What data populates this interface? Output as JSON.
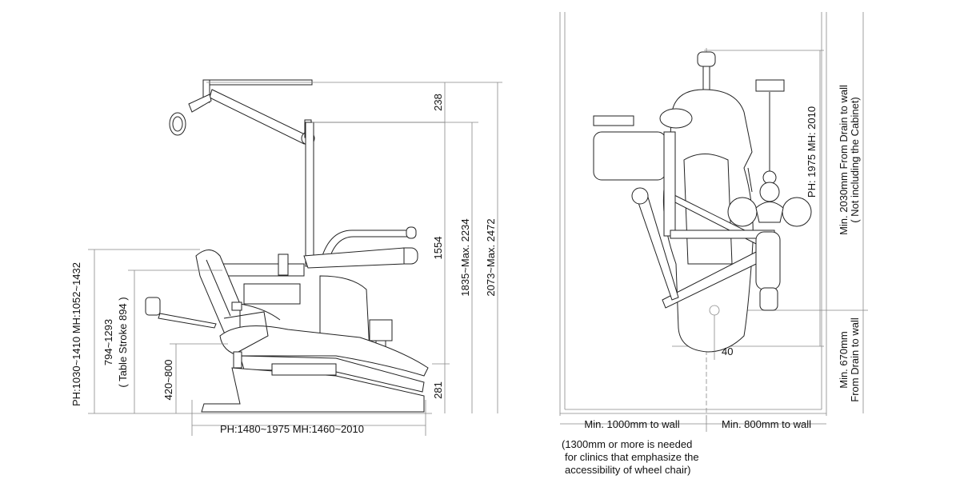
{
  "side_view": {
    "height_ph_mh": "PH:1030~1410  MH:1052~1432",
    "table_height": "794~1293",
    "table_stroke": "( Table Stroke 894 )",
    "seat_height": "420~800",
    "length": "PH:1480~1975   MH:1460~2010",
    "dim_top": "238",
    "dim_middle": "1554",
    "dim_bottom": "281",
    "light_height": "1835~Max. 2234",
    "total_height": "2073~Max. 2472"
  },
  "top_view": {
    "chair_length": "PH: 1975 MH: 2010",
    "drain_offset": "40",
    "wall_left": "Min. 1000mm to wall",
    "wall_right": "Min. 800mm to wall",
    "wall_top_line1": "Min. 2030mm From Drain to wall",
    "wall_top_line2": "( Not including the Cabinet)",
    "wall_bottom_line1": "Min. 670mm",
    "wall_bottom_line2": "From Drain to wall",
    "note": [
      "(1300mm or more is needed",
      "for clinics that emphasize the",
      "accessibility of wheel chair)"
    ]
  }
}
